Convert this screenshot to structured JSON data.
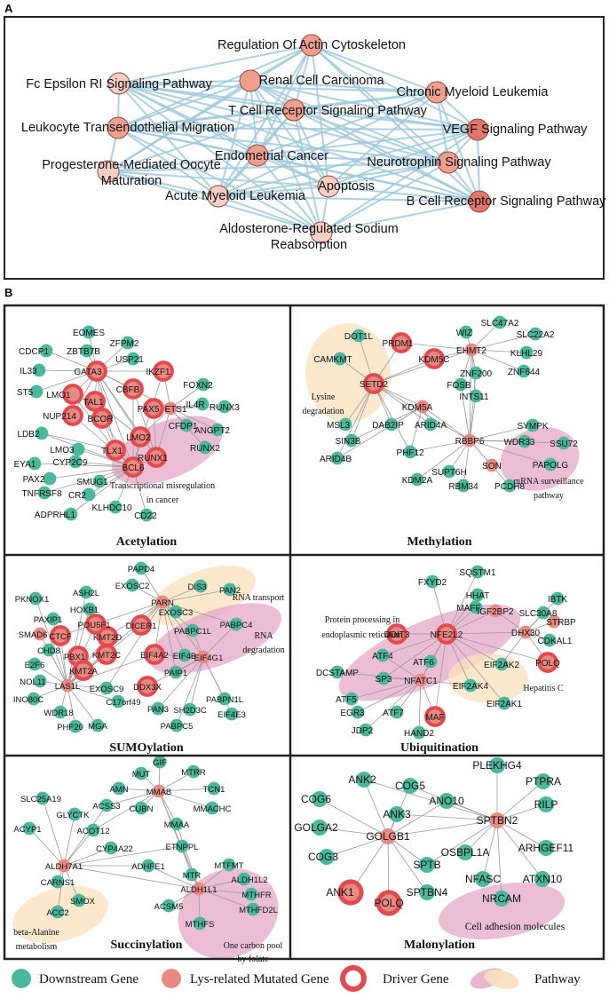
{
  "colors": {
    "edge_a": "#9ec9dc",
    "edge_b": "#9a9a9a",
    "downstream": "#4bb89d",
    "mutated": "#e88a84",
    "driver_ring": "#e24a4f",
    "pathway_pink": "#e6a8c8",
    "pathway_beige": "#f9e0bc",
    "pathA_light": "#f6cfc4",
    "pathA_mid": "#ef9f8d",
    "pathA_dark": "#e1776a",
    "border": "#222222"
  },
  "panelA": {
    "label": "A",
    "nodes": [
      {
        "id": "actin",
        "label": "Regulation Of Actin Cytoskeleton",
        "shade": "mid"
      },
      {
        "id": "fc",
        "label": "Fc Epsilon RI Signaling Pathway",
        "shade": "light"
      },
      {
        "id": "rcc",
        "label": "Renal Cell Carcinoma",
        "shade": "mid"
      },
      {
        "id": "cml",
        "label": "Chronic Myeloid Leukemia",
        "shade": "mid"
      },
      {
        "id": "leuk",
        "label": "Leukocyte Transendothelial Migration",
        "shade": "mid"
      },
      {
        "id": "tcr",
        "label": "T Cell Receptor Signaling Pathway",
        "shade": "mid"
      },
      {
        "id": "vegf",
        "label": "VEGF Signaling Pathway",
        "shade": "dark"
      },
      {
        "id": "endo",
        "label": "Endometrial Cancer",
        "shade": "mid"
      },
      {
        "id": "neuro",
        "label": "Neurotrophin Signaling Pathway",
        "shade": "mid"
      },
      {
        "id": "prog",
        "label": "Progesterone-Mediated Oocyte",
        "label2": "Maturation",
        "shade": "light"
      },
      {
        "id": "apop",
        "label": "Apoptosis",
        "shade": "light"
      },
      {
        "id": "aml",
        "label": "Acute Myeloid Leukemia",
        "shade": "light"
      },
      {
        "id": "bcr",
        "label": "B Cell Receptor Signaling Pathway",
        "shade": "dark"
      },
      {
        "id": "aldo",
        "label": "Aldosterone-Regulated Sodium",
        "label2": "Reabsorption",
        "shade": "light"
      }
    ]
  },
  "panelB": {
    "label": "B",
    "panels": [
      {
        "title": "Acetylation",
        "pathways": [
          {
            "label": "Transcriptional misregulation",
            "label2": "in cancer",
            "color": "pink"
          }
        ],
        "nodes": [
          {
            "label": "EOMES",
            "type": "down"
          },
          {
            "label": "CDCP1",
            "type": "down"
          },
          {
            "label": "ZBTB7B",
            "type": "down"
          },
          {
            "label": "ZFPM2",
            "type": "down"
          },
          {
            "label": "USP21",
            "type": "down"
          },
          {
            "label": "IL33",
            "type": "down"
          },
          {
            "label": "GATA3",
            "type": "driver"
          },
          {
            "label": "IKZF1",
            "type": "driver"
          },
          {
            "label": "ST5",
            "type": "down"
          },
          {
            "label": "LMO1",
            "type": "driver"
          },
          {
            "label": "TAL1",
            "type": "driver"
          },
          {
            "label": "CBFB",
            "type": "driver"
          },
          {
            "label": "FOXN2",
            "type": "down"
          },
          {
            "label": "PAX5",
            "type": "driver"
          },
          {
            "label": "ETS1",
            "type": "mut"
          },
          {
            "label": "IL4R",
            "type": "down"
          },
          {
            "label": "RUNX3",
            "type": "down"
          },
          {
            "label": "NUP214",
            "type": "driver"
          },
          {
            "label": "BCOR",
            "type": "driver"
          },
          {
            "label": "CFDP1",
            "type": "down"
          },
          {
            "label": "LDB2",
            "type": "down"
          },
          {
            "label": "LMO2",
            "type": "driver"
          },
          {
            "label": "ANGPT2",
            "type": "down"
          },
          {
            "label": "LMO3",
            "type": "down"
          },
          {
            "label": "TLX1",
            "type": "driver"
          },
          {
            "label": "RUNX1",
            "type": "driver"
          },
          {
            "label": "RUNX2",
            "type": "down"
          },
          {
            "label": "EYA1",
            "type": "down"
          },
          {
            "label": "CYP2C9",
            "type": "down"
          },
          {
            "label": "BCL6",
            "type": "driver"
          },
          {
            "label": "PAX2",
            "type": "down"
          },
          {
            "label": "SMUG1",
            "type": "down"
          },
          {
            "label": "TNFRSF8",
            "type": "down"
          },
          {
            "label": "CR2",
            "type": "down"
          },
          {
            "label": "KLHDC10",
            "type": "down"
          },
          {
            "label": "CD22",
            "type": "down"
          },
          {
            "label": "ADPRHL1",
            "type": "down"
          }
        ]
      },
      {
        "title": "Methylation",
        "pathways": [
          {
            "label": "Lysine",
            "label2": "degradation",
            "color": "beige"
          },
          {
            "label": "mRNA surveillance",
            "label2": "pathway",
            "color": "pink"
          }
        ],
        "nodes": [
          {
            "label": "DOT1L",
            "type": "down"
          },
          {
            "label": "SLC47A2",
            "type": "down"
          },
          {
            "label": "WIZ",
            "type": "down"
          },
          {
            "label": "SLC22A2",
            "type": "down"
          },
          {
            "label": "PRDM1",
            "type": "driver"
          },
          {
            "label": "EHMT2",
            "type": "mut"
          },
          {
            "label": "CAMKMT",
            "type": "down"
          },
          {
            "label": "KDM5C",
            "type": "driver"
          },
          {
            "label": "KLHL29",
            "type": "down"
          },
          {
            "label": "SETD2",
            "type": "driver"
          },
          {
            "label": "ZNF644",
            "type": "down"
          },
          {
            "label": "ZNF200",
            "type": "down"
          },
          {
            "label": "FOSB",
            "type": "down"
          },
          {
            "label": "KDM5A",
            "type": "mut"
          },
          {
            "label": "INTS11",
            "type": "down"
          },
          {
            "label": "MSL3",
            "type": "down"
          },
          {
            "label": "DAB2IP",
            "type": "down"
          },
          {
            "label": "ARID4A",
            "type": "down"
          },
          {
            "label": "SYMPK",
            "type": "down"
          },
          {
            "label": "RBBP6",
            "type": "mut"
          },
          {
            "label": "SIN3B",
            "type": "down"
          },
          {
            "label": "WDR33",
            "type": "down"
          },
          {
            "label": "SSU72",
            "type": "down"
          },
          {
            "label": "PHF12",
            "type": "down"
          },
          {
            "label": "ARID4B",
            "type": "down"
          },
          {
            "label": "SON",
            "type": "mut"
          },
          {
            "label": "PAPOLG",
            "type": "down"
          },
          {
            "label": "SUPT6H",
            "type": "down"
          },
          {
            "label": "KDM2A",
            "type": "down"
          },
          {
            "label": "RBM34",
            "type": "down"
          },
          {
            "label": "PCDH8",
            "type": "down"
          }
        ]
      },
      {
        "title": "SUMOylation",
        "pathways": [
          {
            "label": "RNA transport",
            "color": "beige"
          },
          {
            "label": "RNA",
            "label2": "degradation",
            "color": "pink"
          }
        ],
        "nodes": [
          {
            "label": "PAPD4",
            "type": "down"
          },
          {
            "label": "EXOSC2",
            "type": "down"
          },
          {
            "label": "DIS3",
            "type": "down"
          },
          {
            "label": "PAN2",
            "type": "down"
          },
          {
            "label": "PKNOX1",
            "type": "down"
          },
          {
            "label": "ASH2L",
            "type": "down"
          },
          {
            "label": "PARN",
            "type": "mut"
          },
          {
            "label": "HOXB1",
            "type": "down"
          },
          {
            "label": "POU5F1",
            "type": "driver"
          },
          {
            "label": "DICER1",
            "type": "driver"
          },
          {
            "label": "EXOSC3",
            "type": "down"
          },
          {
            "label": "PABPC4",
            "type": "down"
          },
          {
            "label": "PAXIP1",
            "type": "down"
          },
          {
            "label": "SMAD6",
            "type": "mut"
          },
          {
            "label": "CTCF",
            "type": "driver"
          },
          {
            "label": "KMT2D",
            "type": "driver"
          },
          {
            "label": "PABPC1L",
            "type": "down"
          },
          {
            "label": "CHD8",
            "type": "down"
          },
          {
            "label": "PBX1",
            "type": "driver"
          },
          {
            "label": "KMT2C",
            "type": "driver"
          },
          {
            "label": "EIF4A2",
            "type": "driver"
          },
          {
            "label": "EIF4B",
            "type": "down"
          },
          {
            "label": "EIF4G1",
            "type": "mut"
          },
          {
            "label": "E2F6",
            "type": "down"
          },
          {
            "label": "KMT2A",
            "type": "driver"
          },
          {
            "label": "PAIP1",
            "type": "down"
          },
          {
            "label": "NOL11",
            "type": "down"
          },
          {
            "label": "LAS1L",
            "type": "mut"
          },
          {
            "label": "EXOSC9",
            "type": "down"
          },
          {
            "label": "DDX3X",
            "type": "driver"
          },
          {
            "label": "INO80C",
            "type": "down"
          },
          {
            "label": "C17orf49",
            "type": "down"
          },
          {
            "label": "PABPN1L",
            "type": "down"
          },
          {
            "label": "WDR18",
            "type": "down"
          },
          {
            "label": "PAN3",
            "type": "down"
          },
          {
            "label": "SH2D3C",
            "type": "down"
          },
          {
            "label": "EIF4E3",
            "type": "down"
          },
          {
            "label": "PHF20",
            "type": "down"
          },
          {
            "label": "MGA",
            "type": "down"
          },
          {
            "label": "PABPC5",
            "type": "down"
          }
        ]
      },
      {
        "title": "Ubiquitination",
        "pathways": [
          {
            "label": "Protein processing in",
            "label2": "endoplasmic reticulum",
            "color": "pink"
          },
          {
            "label": "Hepatitis C",
            "color": "beige"
          }
        ],
        "nodes": [
          {
            "label": "SQSTM1",
            "type": "down"
          },
          {
            "label": "FXYD2",
            "type": "down"
          },
          {
            "label": "HHAT",
            "type": "down"
          },
          {
            "label": "IBTK",
            "type": "down"
          },
          {
            "label": "MAFF",
            "type": "down"
          },
          {
            "label": "IGF2BP2",
            "type": "mut"
          },
          {
            "label": "SLC30A8",
            "type": "down"
          },
          {
            "label": "STRBP",
            "type": "mut"
          },
          {
            "label": "DDIT3",
            "type": "driver"
          },
          {
            "label": "NFE2L2",
            "type": "driver"
          },
          {
            "label": "DHX30",
            "type": "mut"
          },
          {
            "label": "CDKAL1",
            "type": "down"
          },
          {
            "label": "ATF4",
            "type": "down"
          },
          {
            "label": "ATF6",
            "type": "down"
          },
          {
            "label": "EIF2AK2",
            "type": "down"
          },
          {
            "label": "POLQ",
            "type": "driver"
          },
          {
            "label": "DCSTAMP",
            "type": "down"
          },
          {
            "label": "SP3",
            "type": "down"
          },
          {
            "label": "NFATC1",
            "type": "mut"
          },
          {
            "label": "EIF2AK4",
            "type": "down"
          },
          {
            "label": "EIF2AK1",
            "type": "down"
          },
          {
            "label": "ATF5",
            "type": "down"
          },
          {
            "label": "EGR3",
            "type": "down"
          },
          {
            "label": "ATF7",
            "type": "down"
          },
          {
            "label": "MAF",
            "type": "driver"
          },
          {
            "label": "JDP2",
            "type": "down"
          },
          {
            "label": "HAND2",
            "type": "down"
          }
        ]
      },
      {
        "title": "Succinylation",
        "pathways": [
          {
            "label": "beta-Alanine",
            "label2": "metabolism",
            "color": "beige"
          },
          {
            "label": "One carbon pool",
            "label2": "by folate",
            "color": "pink"
          }
        ],
        "nodes": [
          {
            "label": "GIF",
            "type": "down"
          },
          {
            "label": "MUT",
            "type": "down"
          },
          {
            "label": "MTRR",
            "type": "down"
          },
          {
            "label": "AMN",
            "type": "down"
          },
          {
            "label": "MMAB",
            "type": "mut"
          },
          {
            "label": "TCN1",
            "type": "down"
          },
          {
            "label": "SLC25A19",
            "type": "down"
          },
          {
            "label": "ACSS3",
            "type": "down"
          },
          {
            "label": "CUBN",
            "type": "down"
          },
          {
            "label": "MMACHC",
            "type": "down"
          },
          {
            "label": "GLYCTK",
            "type": "down"
          },
          {
            "label": "ACYP1",
            "type": "down"
          },
          {
            "label": "ACOT12",
            "type": "down"
          },
          {
            "label": "MMAA",
            "type": "down"
          },
          {
            "label": "CYP4A22",
            "type": "down"
          },
          {
            "label": "ETNPPL",
            "type": "down"
          },
          {
            "label": "MTFMT",
            "type": "down"
          },
          {
            "label": "ALDH7A1",
            "type": "mut"
          },
          {
            "label": "ADHFE1",
            "type": "down"
          },
          {
            "label": "MTR",
            "type": "down"
          },
          {
            "label": "ALDH1L2",
            "type": "down"
          },
          {
            "label": "ALDH1L1",
            "type": "mut"
          },
          {
            "label": "CARNS1",
            "type": "down"
          },
          {
            "label": "SMOX",
            "type": "down"
          },
          {
            "label": "MTHFR",
            "type": "down"
          },
          {
            "label": "ACC2",
            "type": "down"
          },
          {
            "label": "ACSM5",
            "type": "down"
          },
          {
            "label": "MTHFD2L",
            "type": "down"
          },
          {
            "label": "MTHFS",
            "type": "down"
          }
        ]
      },
      {
        "title": "Malonylation",
        "pathways": [
          {
            "label": "Cell adhesion molecules",
            "color": "pink"
          }
        ],
        "nodes": [
          {
            "label": "PLEKHG4",
            "type": "down"
          },
          {
            "label": "ANK2",
            "type": "down"
          },
          {
            "label": "COG5",
            "type": "down"
          },
          {
            "label": "PTPRA",
            "type": "down"
          },
          {
            "label": "COG6",
            "type": "down"
          },
          {
            "label": "ANO10",
            "type": "down"
          },
          {
            "label": "RILP",
            "type": "down"
          },
          {
            "label": "GOLGA2",
            "type": "down"
          },
          {
            "label": "ANK3",
            "type": "down"
          },
          {
            "label": "SPTBN2",
            "type": "mut"
          },
          {
            "label": "GOLGB1",
            "type": "mut"
          },
          {
            "label": "OSBPL1A",
            "type": "down"
          },
          {
            "label": "ARHGEF11",
            "type": "down"
          },
          {
            "label": "COG3",
            "type": "down"
          },
          {
            "label": "SPTB",
            "type": "down"
          },
          {
            "label": "NFASC",
            "type": "down"
          },
          {
            "label": "ATXN10",
            "type": "down"
          },
          {
            "label": "ANK1",
            "type": "driver"
          },
          {
            "label": "SPTBN4",
            "type": "down"
          },
          {
            "label": "NRCAM",
            "type": "down"
          },
          {
            "label": "POLQ",
            "type": "driver"
          }
        ]
      }
    ]
  },
  "legend": {
    "items": [
      {
        "label": "Downstream Gene",
        "icon": "green-circle-icon"
      },
      {
        "label": "Lys-related Mutated Gene",
        "icon": "salmon-circle-icon"
      },
      {
        "label": "Driver Gene",
        "icon": "red-ring-icon"
      },
      {
        "label": "Pathway",
        "icon": "pathway-ellipse-icon"
      }
    ]
  }
}
